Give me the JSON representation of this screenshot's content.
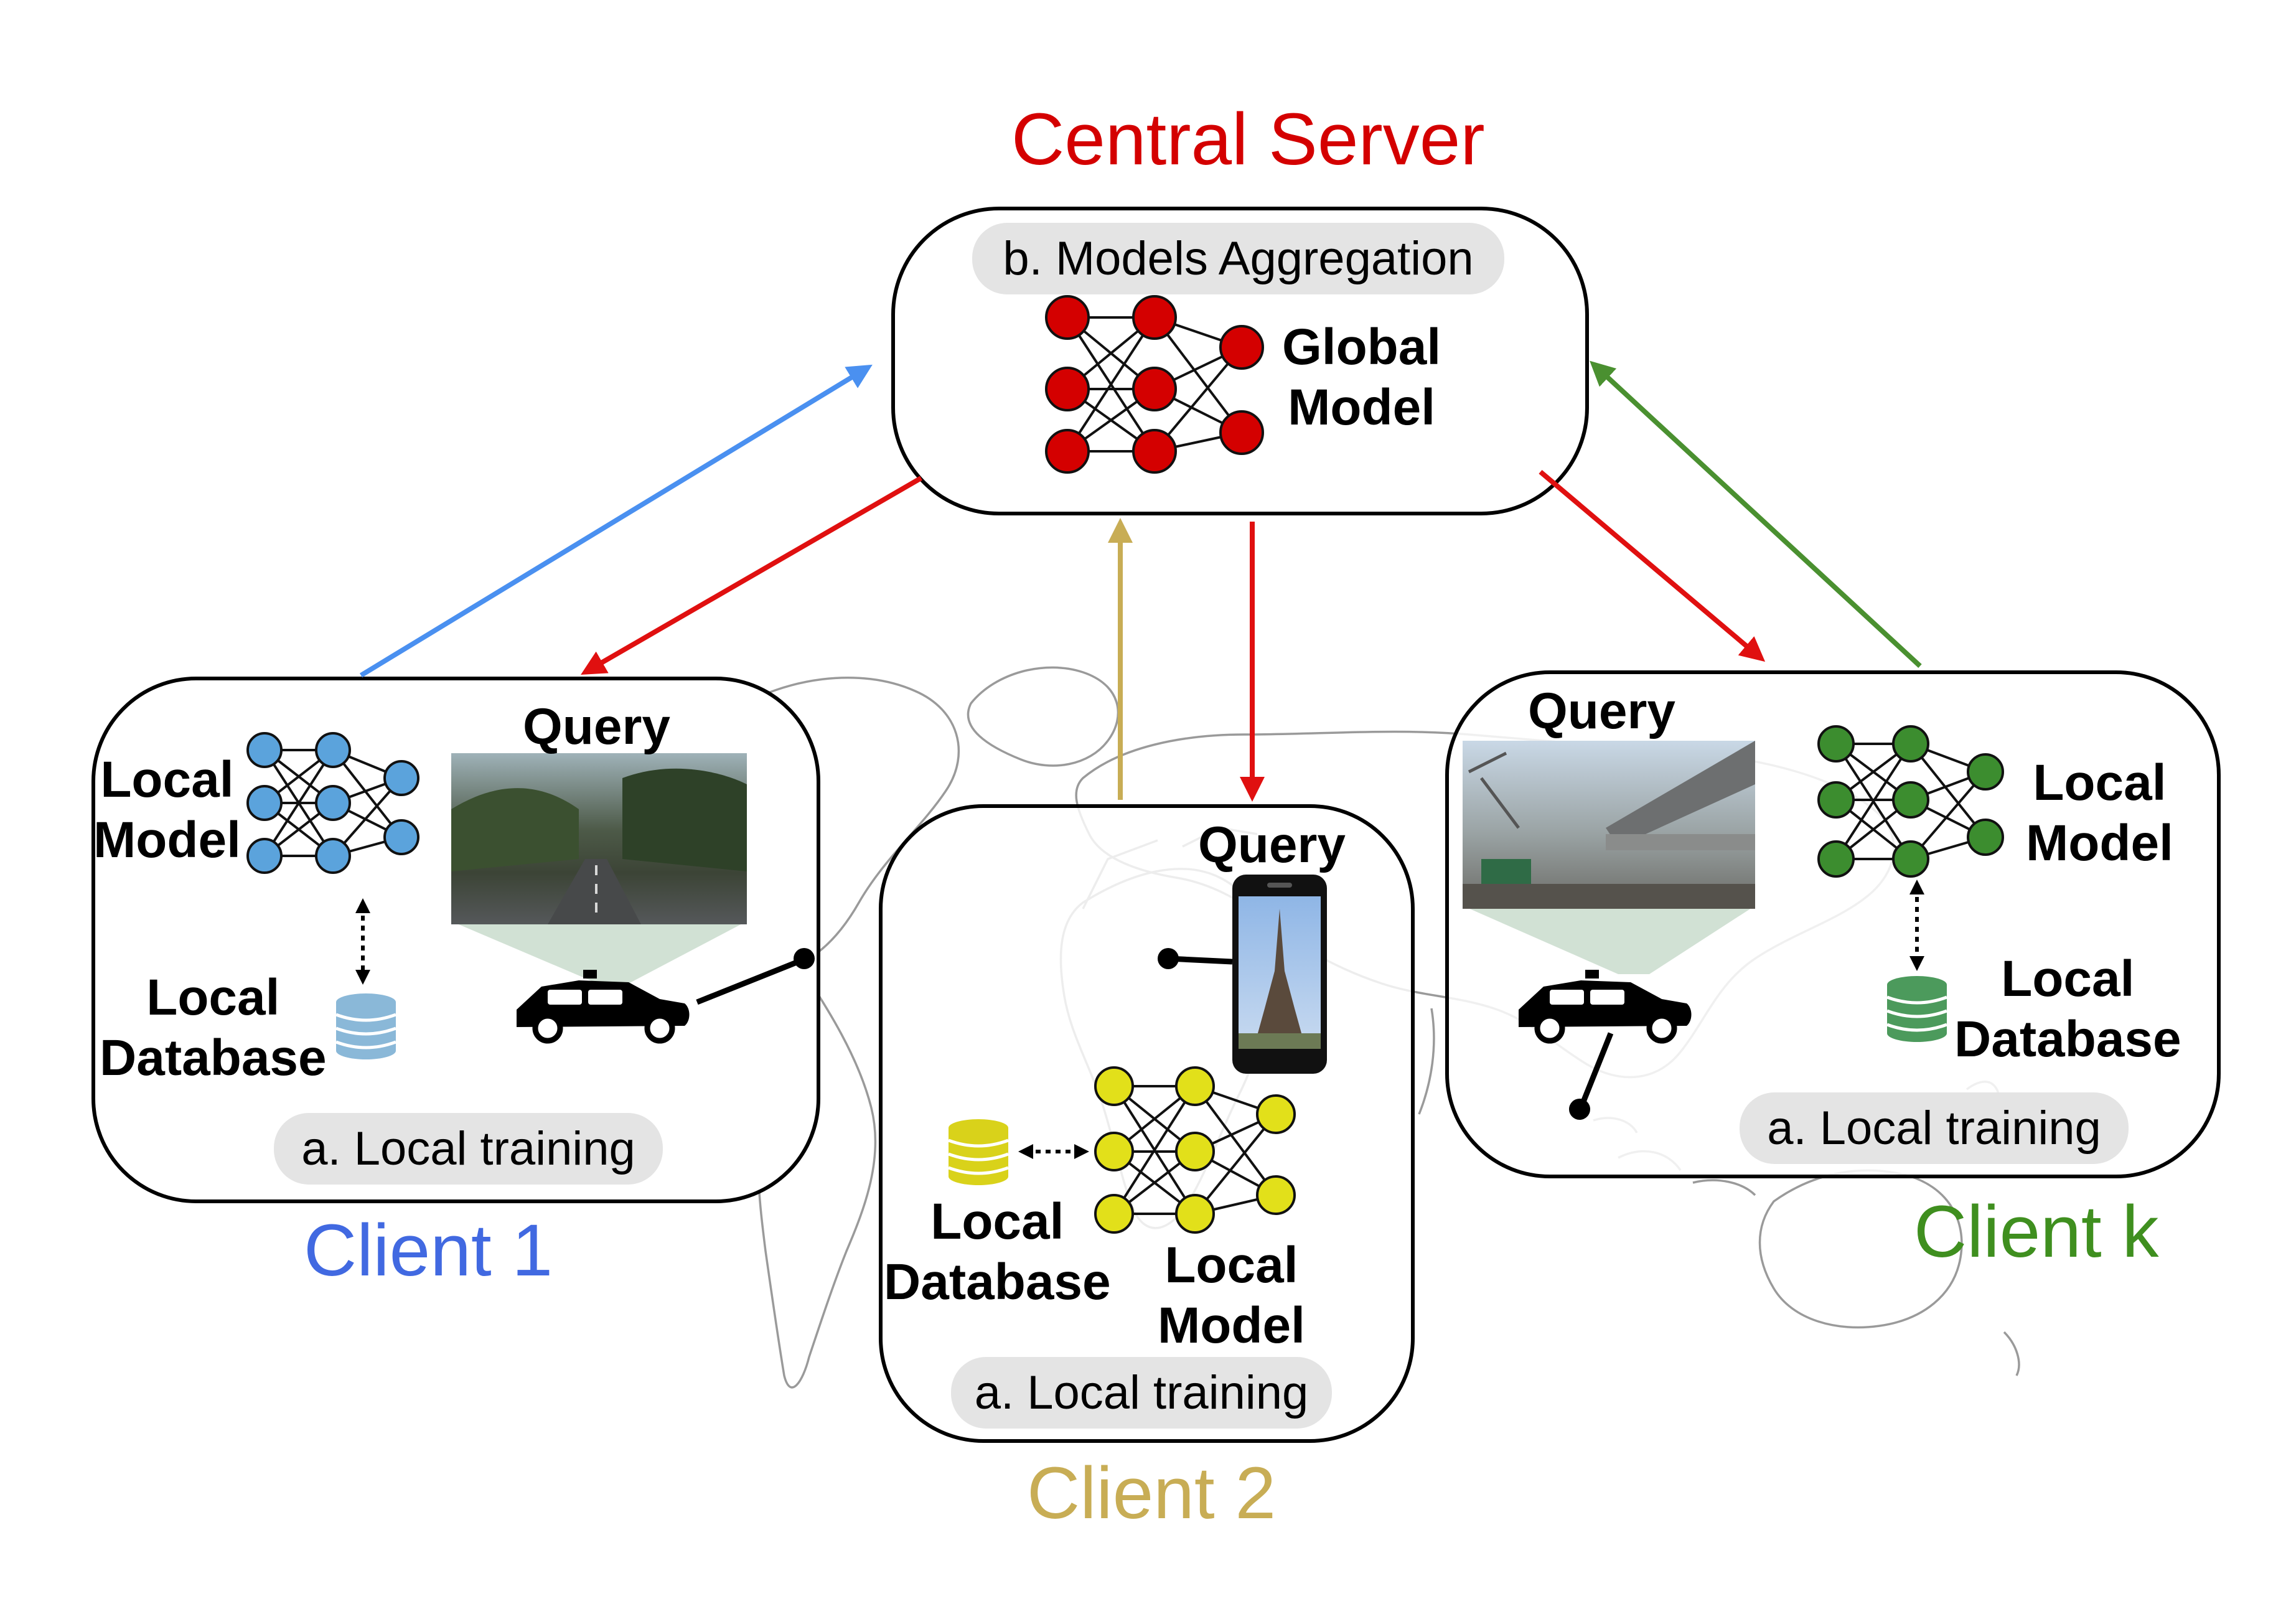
{
  "colors": {
    "server": "#d40000",
    "client1": "#4169e1",
    "client1_arrow": "#4a90f0",
    "client1_nodes": "#5ba3dc",
    "client2": "#c8ad55",
    "client2_nodes": "#e2e01a",
    "clientk": "#3f8f1f",
    "clientk_nodes": "#3c8d2f",
    "red_arrow": "#e01010",
    "pill_bg": "#e4e4e4"
  },
  "server": {
    "title": "Central Server",
    "step_label": "b. Models Aggregation",
    "model_label": "Global\nModel"
  },
  "client1": {
    "title": "Client 1",
    "model_label": "Local\nModel",
    "database_label": "Local\nDatabase",
    "query_label": "Query",
    "step_label": "a. Local training",
    "query_device": "car-icon"
  },
  "client2": {
    "title": "Client 2",
    "model_label": "Local\nModel",
    "database_label": "Local\nDatabase",
    "query_label": "Query",
    "step_label": "a. Local training",
    "query_device": "phone-icon"
  },
  "clientk": {
    "title": "Client k",
    "model_label": "Local\nModel",
    "database_label": "Local\nDatabase",
    "query_label": "Query",
    "step_label": "a. Local training",
    "query_device": "car-icon"
  }
}
